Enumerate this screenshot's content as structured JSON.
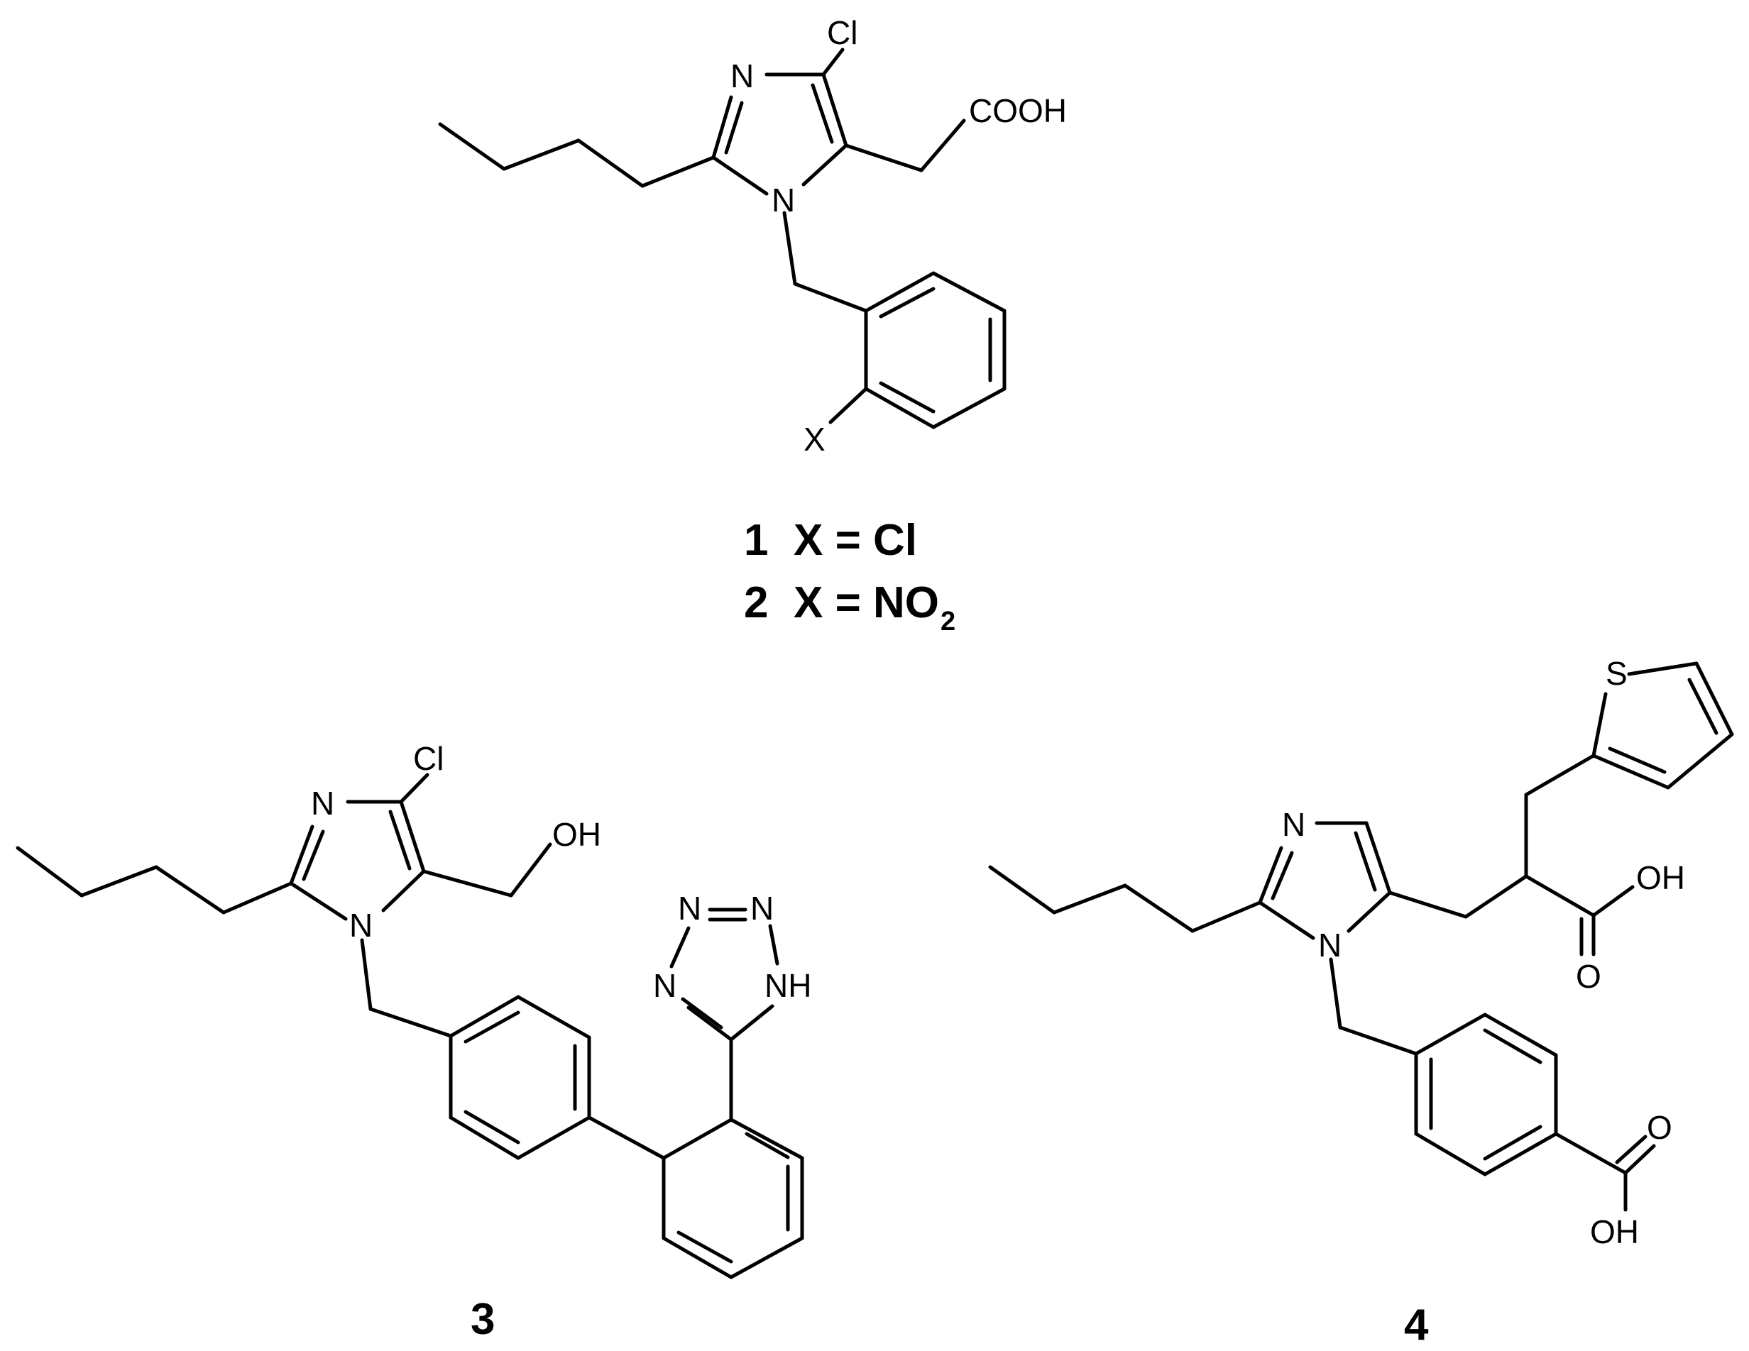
{
  "compounds": {
    "c1": {
      "atoms": {
        "cl": "Cl",
        "n3": "N",
        "cooh": "COOH",
        "n1": "N",
        "x": "X"
      },
      "legend": {
        "line1": {
          "num": "1",
          "text": "X = Cl"
        },
        "line2": {
          "num": "2",
          "text": "X = NO",
          "sub": "2"
        }
      }
    },
    "c3": {
      "label": "3",
      "atoms": {
        "cl": "Cl",
        "n3": "N",
        "oh": "OH",
        "n1": "N",
        "tn1": "N",
        "tn2": "N",
        "tn3": "N",
        "tnh": "NH"
      }
    },
    "c4": {
      "label": "4",
      "atoms": {
        "n3": "N",
        "n1": "N",
        "s": "S",
        "oh1": "OH",
        "o1": "O",
        "o2": "O",
        "oh2": "OH"
      }
    }
  }
}
